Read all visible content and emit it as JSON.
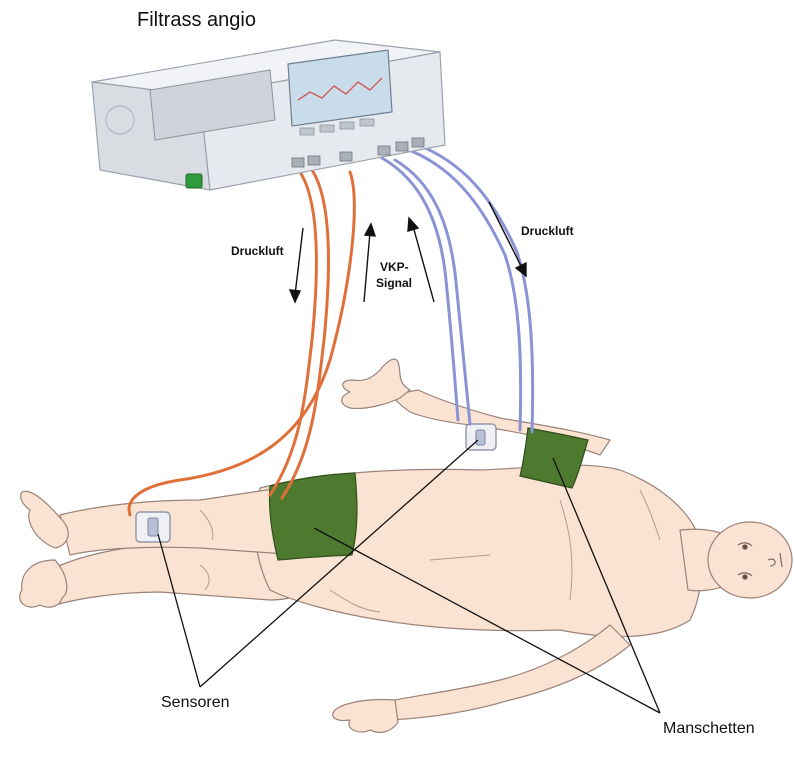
{
  "title": "Filtrass angio",
  "labels": {
    "druckluft_left": "Druckluft",
    "druckluft_right": "Druckluft",
    "vkp_line1": "VKP-",
    "vkp_line2": "Signal",
    "sensoren": "Sensoren",
    "manschetten": "Manschetten"
  },
  "colors": {
    "skin": "#fbe3d3",
    "skin_outline": "#9a8378",
    "cuff": "#4d7a2e",
    "tube_orange": "#e0703a",
    "tube_blue": "#8a93d6",
    "device_body": "#e3e6ea",
    "screen": "#c9dcea",
    "power_button": "#2e9b3c"
  },
  "icons": {
    "device": "pressure-device-icon",
    "arrow": "arrow-icon",
    "cuff": "pressure-cuff-icon",
    "sensor": "sensor-clip-icon"
  }
}
